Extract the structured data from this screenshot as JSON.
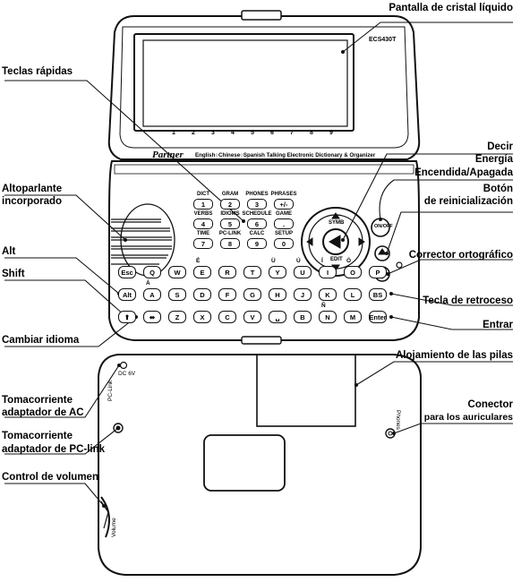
{
  "labels": {
    "lcd": "Pantalla de cristal líquido",
    "hotkeys": "Teclas rápidas",
    "say": "Decir",
    "power": "Energía",
    "power2": "Encendida/Apagada",
    "reset": "Botón",
    "reset2": "de reinicialización",
    "speaker": "Altoparlante",
    "speaker2": "incorporado",
    "alt": "Alt",
    "shift": "Shift",
    "spell": "Corrector ortográfico",
    "backspace": "Tecla de retroceso",
    "enter": "Entrar",
    "lang": "Cambiar idioma",
    "battery": "Alojamiento de las pilas",
    "ac": "Tomacorriente",
    "ac2": "adaptador de AC",
    "connector": "Conector",
    "connector2": "para los auriculares",
    "pclink": "Tomacorriente",
    "pclink2": "adaptador de PC-link",
    "volume": "Control de volumen"
  },
  "device": {
    "model": "ECS430T",
    "brand": "Partner",
    "tagline": "English○Chinese○Spanish Talking Electronic Dictionary & Organizer",
    "screen_numbers": [
      "1",
      "2",
      "3",
      "4",
      "5",
      "6",
      "7",
      "8",
      "9"
    ],
    "hotkey_rows": [
      [
        {
          "top": "DICT",
          "key": "1"
        },
        {
          "top": "GRAM",
          "key": "2"
        },
        {
          "top": "PHONES",
          "key": "3"
        },
        {
          "top": "PHRASES",
          "key": "+/-"
        }
      ],
      [
        {
          "top": "VERBS",
          "key": "4"
        },
        {
          "top": "IDIOMS",
          "key": "5"
        },
        {
          "top": "SCHEDULE",
          "key": "6"
        },
        {
          "top": "GAME",
          "key": "."
        }
      ],
      [
        {
          "top": "TIME",
          "key": "7"
        },
        {
          "top": "PC-LINK",
          "key": "8"
        },
        {
          "top": "CALC",
          "key": "9"
        },
        {
          "top": "SETUP",
          "key": "0"
        }
      ]
    ],
    "row1": [
      "Esc",
      "Q",
      "W",
      "E",
      "R",
      "T",
      "Y",
      "U",
      "I",
      "O",
      "P"
    ],
    "row2": [
      "Alt",
      "A",
      "S",
      "D",
      "F",
      "G",
      "H",
      "J",
      "K",
      "L",
      "BS"
    ],
    "row3": [
      "⬆",
      "⬌",
      "Z",
      "X",
      "C",
      "V",
      "␣",
      "B",
      "N",
      "M",
      "Enter"
    ],
    "accents_row1": {
      "E": "É",
      "Y": "Ü",
      "U": "Ú",
      "I": "Í",
      "O": "Ó"
    },
    "accent_A": "Á",
    "accent_N": "Ñ",
    "onoff": "ON/OFF",
    "symb": "SYMB",
    "edit": "EDIT",
    "dc": "DC 6V",
    "pclink_port": "PC-Link",
    "phones_port": "Phones",
    "volume_port": "Volume"
  }
}
